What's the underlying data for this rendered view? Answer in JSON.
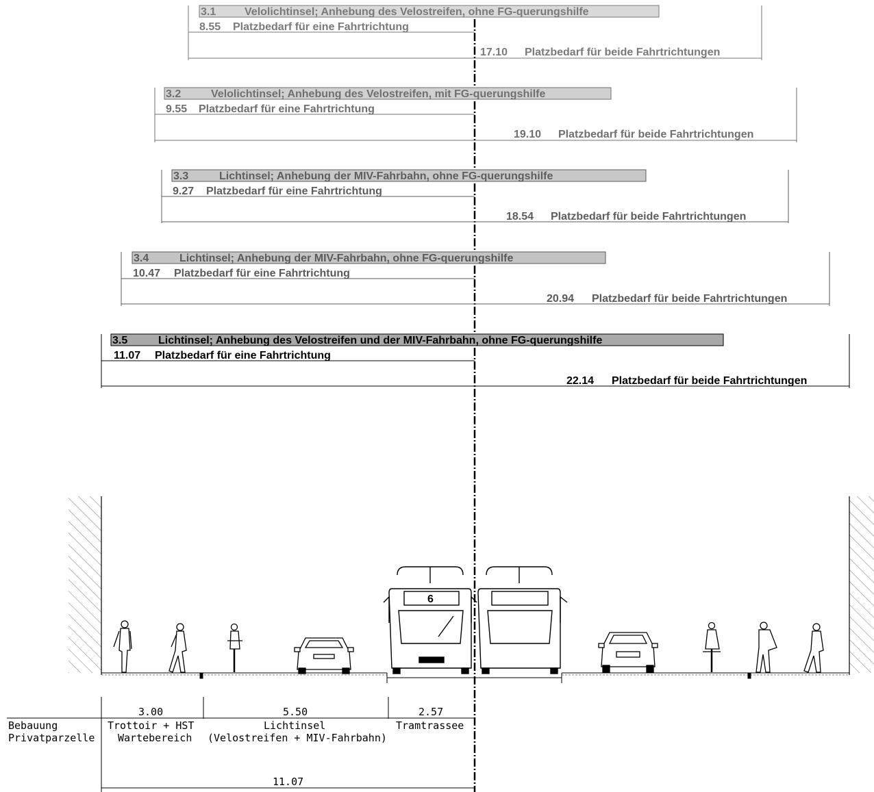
{
  "variants": [
    {
      "id": "3.1",
      "title": "Velolichtinsel; Anhebung des Velostreifen, ohne FG-querungshilfe",
      "one_value": "8.55",
      "one_label": "Platzbedarf für eine Fahrtrichtung",
      "both_value": "17.10",
      "both_label": "Platzbedarf für beide Fahrtrichtungen"
    },
    {
      "id": "3.2",
      "title": "Velolichtinsel; Anhebung des Velostreifen, mit FG-querungshilfe",
      "one_value": "9.55",
      "one_label": "Platzbedarf für eine Fahrtrichtung",
      "both_value": "19.10",
      "both_label": "Platzbedarf für beide Fahrtrichtungen"
    },
    {
      "id": "3.3",
      "title": "Lichtinsel; Anhebung der MIV-Fahrbahn, ohne FG-querungshilfe",
      "one_value": "9.27",
      "one_label": "Platzbedarf für eine Fahrtrichtung",
      "both_value": "18.54",
      "both_label": "Platzbedarf für beide Fahrtrichtungen"
    },
    {
      "id": "3.4",
      "title": "Lichtinsel; Anhebung der MIV-Fahrbahn, ohne FG-querungshilfe",
      "one_value": "10.47",
      "one_label": "Platzbedarf für eine Fahrtrichtung",
      "both_value": "20.94",
      "both_label": "Platzbedarf für beide Fahrtrichtungen"
    },
    {
      "id": "3.5",
      "title": "Lichtinsel; Anhebung des Velostreifen und der MIV-Fahrbahn, ohne FG-querungshilfe",
      "one_value": "11.07",
      "one_label": "Platzbedarf für eine Fahrtrichtung",
      "both_value": "22.14",
      "both_label": "Platzbedarf für beide Fahrtrichtungen"
    }
  ],
  "section": {
    "tram_number": "6",
    "left_label_line1": "Bebauung",
    "left_label_line2": "Privatparzelle",
    "segments": [
      {
        "value": "3.00",
        "line1": "Trottoir + HST",
        "line2": "Wartebereich"
      },
      {
        "value": "5.50",
        "line1": "Lichtinsel",
        "line2": "(Velostreifen + MIV-Fahrbahn)"
      },
      {
        "value": "2.57",
        "line1": "Tramtrassee",
        "line2": ""
      }
    ],
    "total_value": "11.07"
  }
}
